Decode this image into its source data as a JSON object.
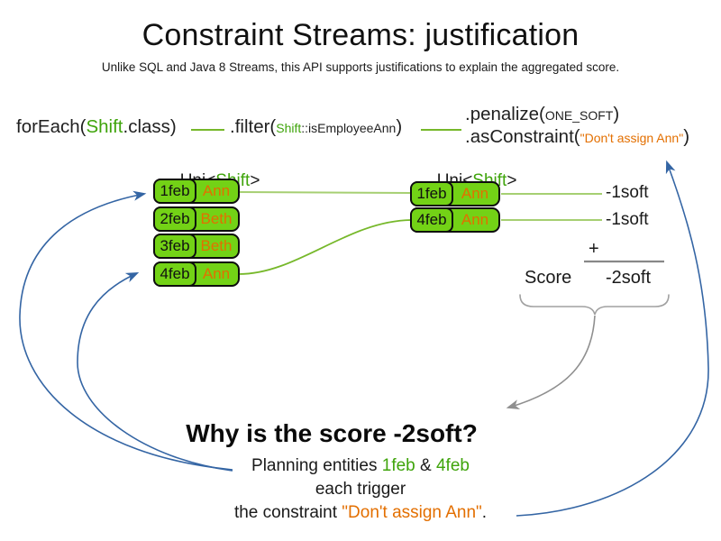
{
  "slide": {
    "title": "Constraint Streams: justification",
    "subtitle": "Unlike SQL and Java 8 Streams, this API supports justifications to explain the aggregated score."
  },
  "pipeline": {
    "foreach_fn": "forEach(",
    "foreach_class": "Shift",
    "foreach_rest": ".class)",
    "filter_fn": ".filter(",
    "filter_class": "Shift",
    "filter_method": "::isEmployeeAnn",
    "filter_close": ")",
    "penalize_fn": ".penalize(",
    "penalize_arg": "ONE_SOFT",
    "penalize_close": ")",
    "asconstraint_fn": ".asConstraint(",
    "asconstraint_arg": "\"Don't assign Ann\"",
    "asconstraint_close": ")"
  },
  "left_stream": {
    "header_pre": "Uni<",
    "header_type": "Shift",
    "header_post": ">",
    "rows": [
      {
        "date": "1feb",
        "employee": "Ann"
      },
      {
        "date": "2feb",
        "employee": "Beth"
      },
      {
        "date": "3feb",
        "employee": "Beth"
      },
      {
        "date": "4feb",
        "employee": "Ann"
      }
    ]
  },
  "right_stream": {
    "header_pre": "Uni<",
    "header_type": "Shift",
    "header_post": ">",
    "rows": [
      {
        "date": "1feb",
        "employee": "Ann"
      },
      {
        "date": "4feb",
        "employee": "Ann"
      }
    ]
  },
  "penalties": [
    "-1soft",
    "-1soft"
  ],
  "score_summary": {
    "plus": "+",
    "label": "Score",
    "value": "-2soft"
  },
  "why": {
    "heading": "Why is the score -2soft?",
    "line1_pre": "Planning entities ",
    "entity1": "1feb",
    "line1_amp": " & ",
    "entity2": "4feb",
    "line2": "each trigger",
    "line3_pre": "the constraint ",
    "constraint_name": "\"Don't assign Ann\"",
    "line3_post": "."
  },
  "colors": {
    "box_green": "#73d216",
    "green_text": "#3fa40b",
    "orange_text": "#e36f00",
    "blue_arrow": "#3465a4",
    "gray_line": "#8f8f8f",
    "pale_green_line": "#a6cf72",
    "mid_green_line": "#76b82a"
  }
}
